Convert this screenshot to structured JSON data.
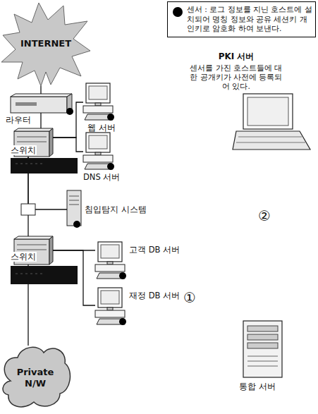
{
  "diagram": {
    "nodes": [
      {
        "text": [
          "INTERNET"
        ]
      },
      {
        "text": [
          "라우터"
        ]
      },
      {
        "text": [
          "스위치"
        ]
      },
      {
        "text": [
          "웹 서버"
        ]
      },
      {
        "text": [
          "DNS 서버"
        ]
      },
      {
        "text": [
          "침입탐지 시스템"
        ]
      },
      {
        "text": [
          "스위치"
        ]
      },
      {
        "text": [
          "고객 DB 서버"
        ]
      },
      {
        "text": [
          "재정 DB 서버"
        ]
      },
      {
        "text": [
          "Private N/W"
        ]
      },
      {
        "text": [
          "PKI 서버",
          "센서를 가진 호스트들에 대한 공개키가 사전에 등록되어 있다."
        ]
      },
      {
        "text": [
          "통합 서버"
        ]
      }
    ],
    "edges": [
      {
        "from": 0,
        "to": 1,
        "arrow": "none"
      },
      {
        "from": 1,
        "to": 2,
        "arrow": "none"
      },
      {
        "from": 2,
        "to": 3,
        "arrow": "none"
      },
      {
        "from": 2,
        "to": 4,
        "arrow": "none"
      },
      {
        "from": 2,
        "to": 5,
        "arrow": "none"
      },
      {
        "from": 2,
        "to": 6,
        "arrow": "none"
      },
      {
        "from": 6,
        "to": 7,
        "arrow": "none"
      },
      {
        "from": 6,
        "to": 8,
        "arrow": "none"
      },
      {
        "from": 6,
        "to": 9,
        "arrow": "none"
      }
    ],
    "labels": [
      "①",
      "②"
    ],
    "legend": [
      {
        "text": "센서 : 로그 정보를 지닌 호스트에 설치되어 명칭 정보와 공유 세션키 개인키로 암호화 하여 보낸다."
      }
    ]
  }
}
